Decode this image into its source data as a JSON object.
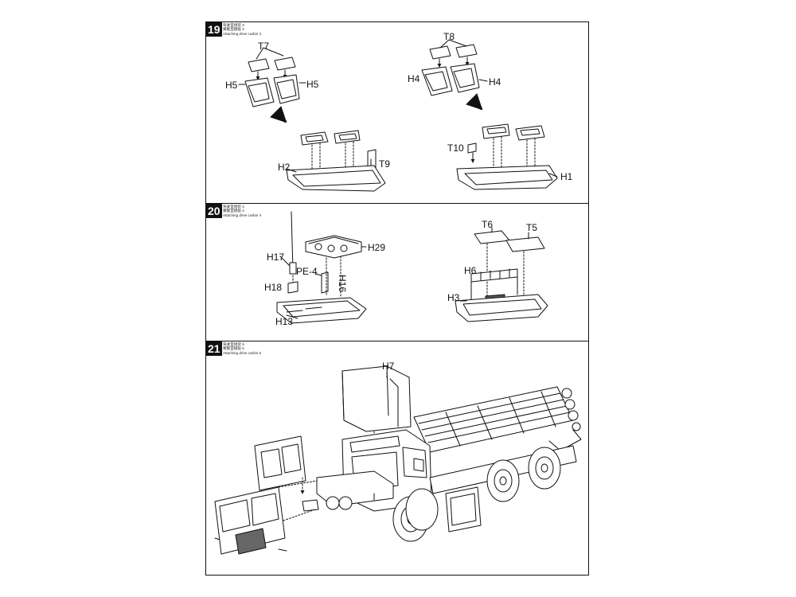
{
  "steps": [
    {
      "number": "19",
      "subtitle_cn1": "驾驶室组装 3",
      "subtitle_cn2": "駕駛室組裝 3",
      "subtitle_en": "Attaching drive carbin 3",
      "labels": {
        "t7": "T7",
        "h5_left": "H5",
        "h5_right": "H5",
        "h2": "H2",
        "t9": "T9",
        "t8": "T8",
        "h4_left": "H4",
        "h4_right": "H4",
        "t10": "T10",
        "h1": "H1"
      }
    },
    {
      "number": "20",
      "subtitle_cn1": "驾驶室组装 4",
      "subtitle_cn2": "駕駛室組裝 4",
      "subtitle_en": "Attaching drive carbin 4",
      "labels": {
        "h17": "H17",
        "h29": "H29",
        "pe4": "PE-4",
        "h16": "H16",
        "h18": "H18",
        "h13": "H13",
        "t6": "T6",
        "t5": "T5",
        "h6": "H6",
        "h3": "H3"
      }
    },
    {
      "number": "21",
      "subtitle_cn1": "驾驶室组装 5",
      "subtitle_cn2": "駕駛室組裝 5",
      "subtitle_en": "Attaching drive carbin 5",
      "labels": {
        "h7": "H7"
      }
    }
  ]
}
